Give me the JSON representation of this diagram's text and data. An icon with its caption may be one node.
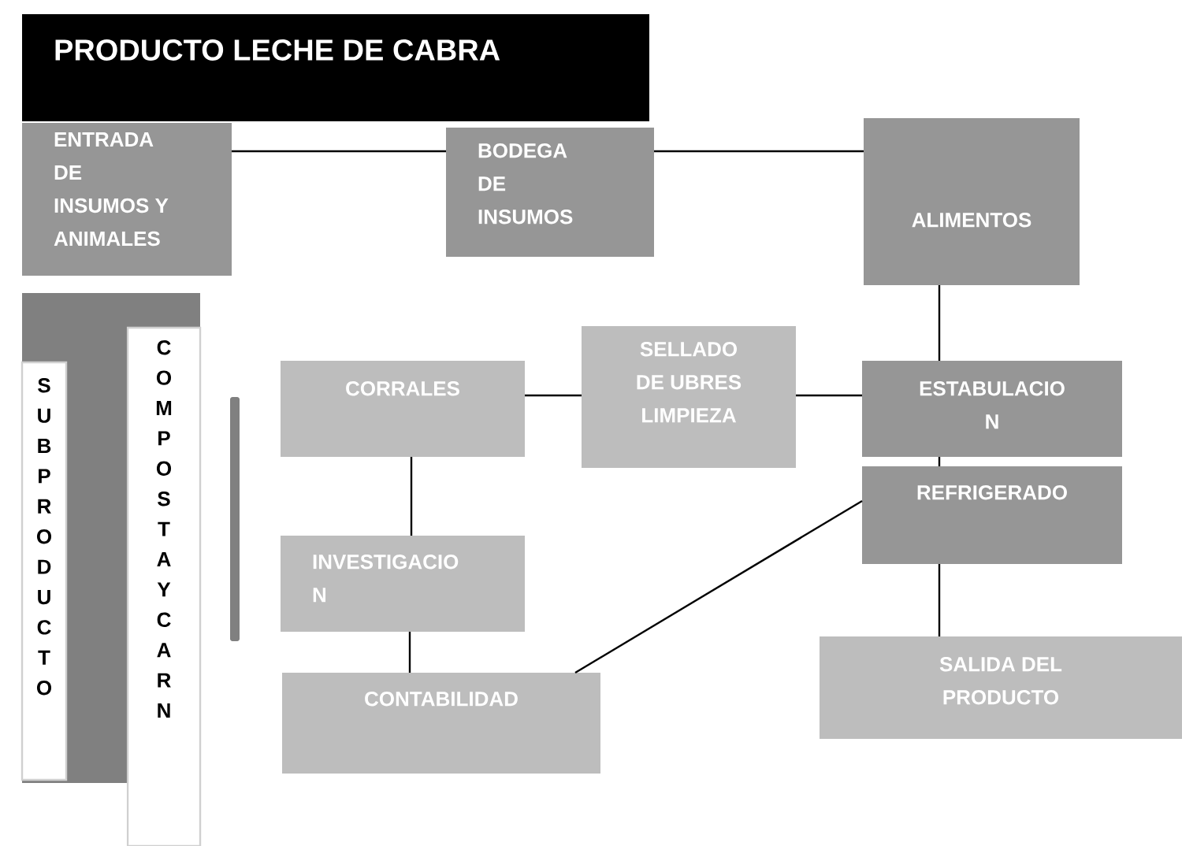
{
  "diagram": {
    "nodes": [
      {
        "text": [
          "PRODUCTO LECHE DE CABRA"
        ]
      },
      {
        "text": [
          "ENTRADA DE INSUMOS Y ANIMALES"
        ]
      },
      {
        "text": [
          "BODEGA DE INSUMOS"
        ]
      },
      {
        "text": [
          "ALIMENTOS"
        ]
      },
      {
        "text": [],
        "shape": "box"
      },
      {
        "text": [
          "SUBPRODUCTO"
        ],
        "in": 4
      },
      {
        "text": [
          "COMPOSTA Y CARN"
        ]
      },
      {
        "text": [],
        "shape": "bar"
      },
      {
        "text": [
          "CORRALES"
        ]
      },
      {
        "text": [
          "SELLADO DE UBRES LIMPIEZA"
        ]
      },
      {
        "text": [
          "ESTABULACIO N"
        ]
      },
      {
        "text": [
          "REFRIGERADO"
        ]
      },
      {
        "text": [
          "INVESTIGACIO N"
        ]
      },
      {
        "text": [
          "CONTABILIDAD"
        ]
      },
      {
        "text": [
          "SALIDA DEL PRODUCTO"
        ]
      }
    ],
    "edges": [
      {
        "from": 1,
        "to": 2,
        "arrow": "none"
      },
      {
        "from": 2,
        "to": 3,
        "arrow": "none"
      },
      {
        "from": 3,
        "to": 10,
        "arrow": "none"
      },
      {
        "from": 8,
        "to": 9,
        "arrow": "none"
      },
      {
        "from": 9,
        "to": 10,
        "arrow": "none"
      },
      {
        "from": 10,
        "to": 11,
        "arrow": "none"
      },
      {
        "from": 8,
        "to": 12,
        "arrow": "none"
      },
      {
        "from": 12,
        "to": 13,
        "arrow": "none"
      },
      {
        "from": 13,
        "to": 11,
        "arrow": "none"
      },
      {
        "from": 11,
        "to": 14,
        "arrow": "none"
      }
    ]
  }
}
